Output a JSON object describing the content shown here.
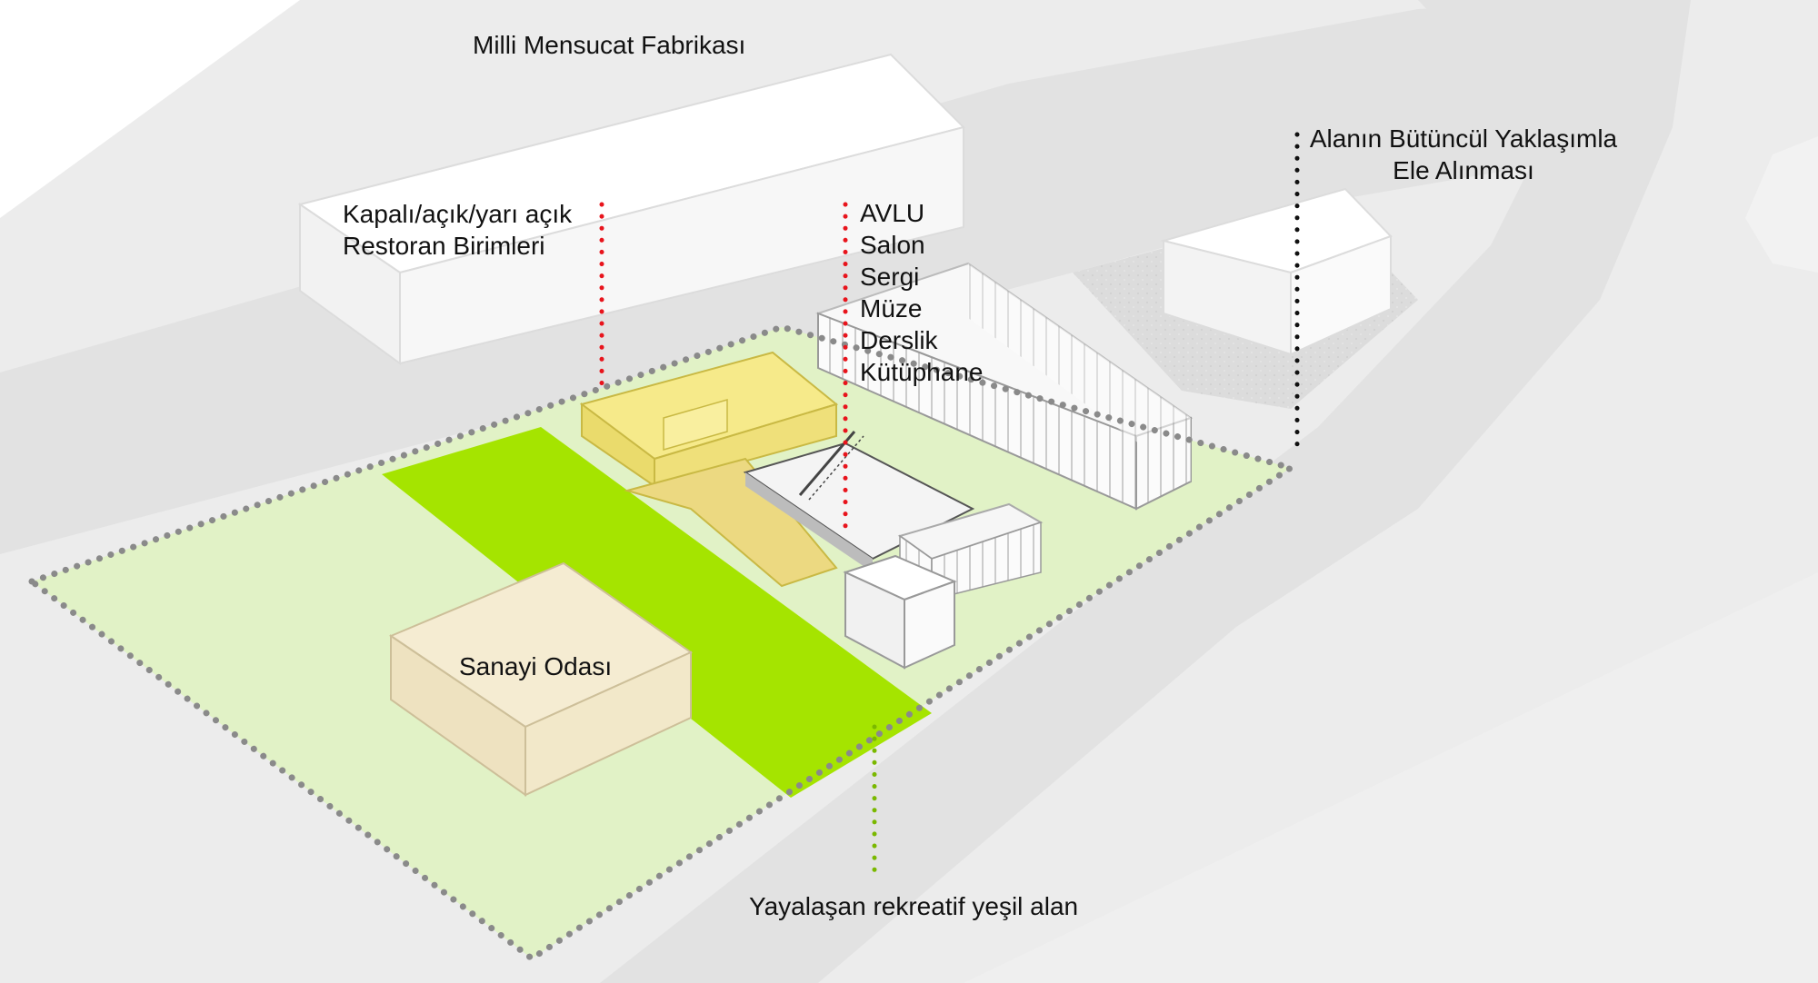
{
  "labels": {
    "factory": "Milli Mensucat Fabrikası",
    "restaurant": [
      "Kapalı/açık/yarı açık",
      "Restoran Birimleri"
    ],
    "program": [
      "AVLU",
      "Salon",
      "Sergi",
      "Müze",
      "Derslik",
      "Kütüphane"
    ],
    "holistic": [
      "Alanın Bütüncül Yaklaşımla",
      "Ele Alınması"
    ],
    "chamber": "Sanayi Odası",
    "green": "Yayalaşan rekreatif yeşil alan"
  },
  "colors": {
    "background": "#ffffff",
    "ground": "#eeeeee",
    "road": "#e3e3e3",
    "building_light": "#f7f7f7",
    "pale_green": "#e1f2c6",
    "bright_green": "#a5e400",
    "yellow": "#f3e57a",
    "chamber_block": "#f1e6c8",
    "boundary": "#8a8a8a",
    "leader_red": "#e8141c",
    "leader_black": "#111111",
    "leader_green": "#7ab800"
  }
}
